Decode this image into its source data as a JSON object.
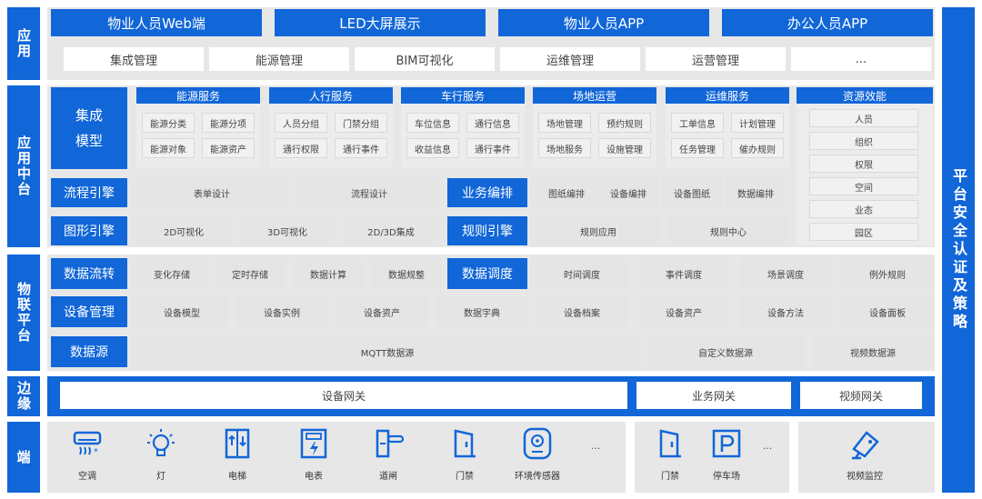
{
  "layers": {
    "app": "应用",
    "middle": "应用中台",
    "iot": "物联平台",
    "edge": "边缘",
    "end": "端",
    "security": "平台安全认证及策略"
  },
  "app_top": [
    "物业人员Web端",
    "LED大屏展示",
    "物业人员APP",
    "办公人员APP"
  ],
  "app_modules": [
    "集成管理",
    "能源管理",
    "BIM可视化",
    "运维管理",
    "运营管理",
    "..."
  ],
  "integration_model": "集成\n模型",
  "integration_model_lines": [
    "集成",
    "模型"
  ],
  "services": [
    {
      "title": "能源服务",
      "items": [
        "能源分类",
        "能源分项",
        "能源对象",
        "能源资产"
      ]
    },
    {
      "title": "人行服务",
      "items": [
        "人员分组",
        "门禁分组",
        "通行权限",
        "通行事件"
      ]
    },
    {
      "title": "车行服务",
      "items": [
        "车位信息",
        "通行信息",
        "收益信息",
        "通行事件"
      ]
    },
    {
      "title": "场地运营",
      "items": [
        "场地管理",
        "预约规则",
        "场地服务",
        "设施管理"
      ]
    },
    {
      "title": "运维服务",
      "items": [
        "工单信息",
        "计划管理",
        "任务管理",
        "催办规则"
      ]
    }
  ],
  "resource": {
    "title": "资源效能",
    "items": [
      "人员",
      "组织",
      "权限",
      "空间",
      "业态",
      "园区"
    ]
  },
  "flow_engine": {
    "label": "流程引擎",
    "items": [
      "表单设计",
      "流程设计"
    ]
  },
  "business_orchestration": {
    "label": "业务编排",
    "items": [
      "图纸编排",
      "设备编排",
      "设备图纸",
      "数据编排"
    ]
  },
  "graphics_engine": {
    "label": "图形引擎",
    "items": [
      "2D可视化",
      "3D可视化",
      "2D/3D集成"
    ]
  },
  "rule_engine": {
    "label": "规则引擎",
    "items": [
      "规则应用",
      "规则中心"
    ]
  },
  "data_flow": {
    "label": "数据流转",
    "items": [
      "变化存储",
      "定时存储",
      "数据计算",
      "数据规整"
    ]
  },
  "data_dispatch": {
    "label": "数据调度",
    "items": [
      "时间调度",
      "事件调度",
      "场景调度",
      "例外规则"
    ]
  },
  "device_mgmt": {
    "label": "设备管理",
    "items": [
      "设备模型",
      "设备实例",
      "设备资产",
      "数据字典",
      "设备档案",
      "设备资产",
      "设备方法",
      "设备面板"
    ]
  },
  "data_source": {
    "label": "数据源",
    "items": [
      "MQTT数据源",
      "自定义数据源",
      "视频数据源"
    ]
  },
  "edge_items": [
    "设备网关",
    "业务网关",
    "视频网关"
  ],
  "devices_group1": [
    {
      "icon": "air-conditioner-icon",
      "label": "空调"
    },
    {
      "icon": "light-bulb-icon",
      "label": "灯"
    },
    {
      "icon": "elevator-icon",
      "label": "电梯"
    },
    {
      "icon": "electric-meter-icon",
      "label": "电表"
    },
    {
      "icon": "barrier-gate-icon",
      "label": "道闸"
    },
    {
      "icon": "door-access-icon",
      "label": "门禁"
    },
    {
      "icon": "environment-sensor-icon",
      "label": "环境传感器"
    }
  ],
  "devices_group2": [
    {
      "icon": "door-access-icon",
      "label": "门禁"
    },
    {
      "icon": "parking-icon",
      "label": "停车场"
    }
  ],
  "devices_group3": [
    {
      "icon": "video-camera-icon",
      "label": "视频监控"
    }
  ],
  "ellipsis": "...",
  "colors": {
    "primary": "#1166d8",
    "panel": "#e7e7e7",
    "cell": "#f1f1f1"
  }
}
